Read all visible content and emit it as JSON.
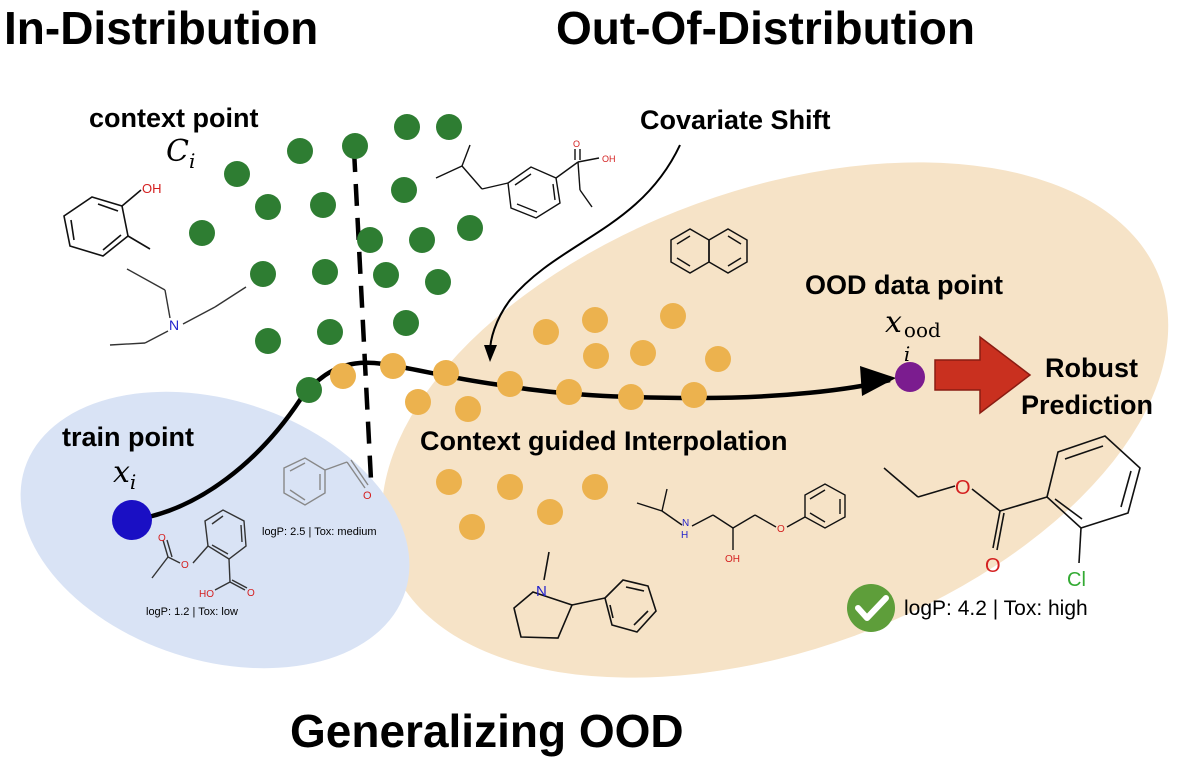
{
  "headings": {
    "in_distribution": "In-Distribution",
    "out_of_distribution": "Out-Of-Distribution",
    "footer": "Generalizing OOD"
  },
  "labels": {
    "context_point": "context point",
    "context_symbol": "C",
    "context_subscript": "i",
    "covariate_shift": "Covariate Shift",
    "ood_data_point": "OOD data point",
    "ood_symbol": "x",
    "ood_subscript": "i",
    "ood_superscript": "ood",
    "robust_prediction_line1": "Robust",
    "robust_prediction_line2": "Prediction",
    "train_point": "train point",
    "train_symbol": "x",
    "train_subscript": "i",
    "interpolation": "Context guided Interpolation"
  },
  "molecule_annotations": {
    "train": "logP: 1.2 | Tox: low",
    "context": "logP: 2.5 | Tox: medium",
    "ood": "logP: 4.2 | Tox: high"
  },
  "atoms": {
    "oh": "OH",
    "n": "N",
    "o": "O",
    "ho": "HO",
    "nh": "H",
    "cl": "Cl"
  },
  "colors": {
    "in_distribution_region": "#d9e3f5",
    "ood_region": "#f6e3c7",
    "context_point": "#2e7d32",
    "interpolation_point": "#ecb24e",
    "train_point": "#1a0fc4",
    "ood_point": "#7b1c8f",
    "prediction_arrow": "#c9301f",
    "check_badge": "#5e9e3a",
    "oxygen": "#d42020",
    "nitrogen": "#2222cc",
    "chlorine": "#33aa33"
  },
  "icons": {
    "check": "check-icon",
    "prediction_arrow": "arrow-right-icon"
  }
}
